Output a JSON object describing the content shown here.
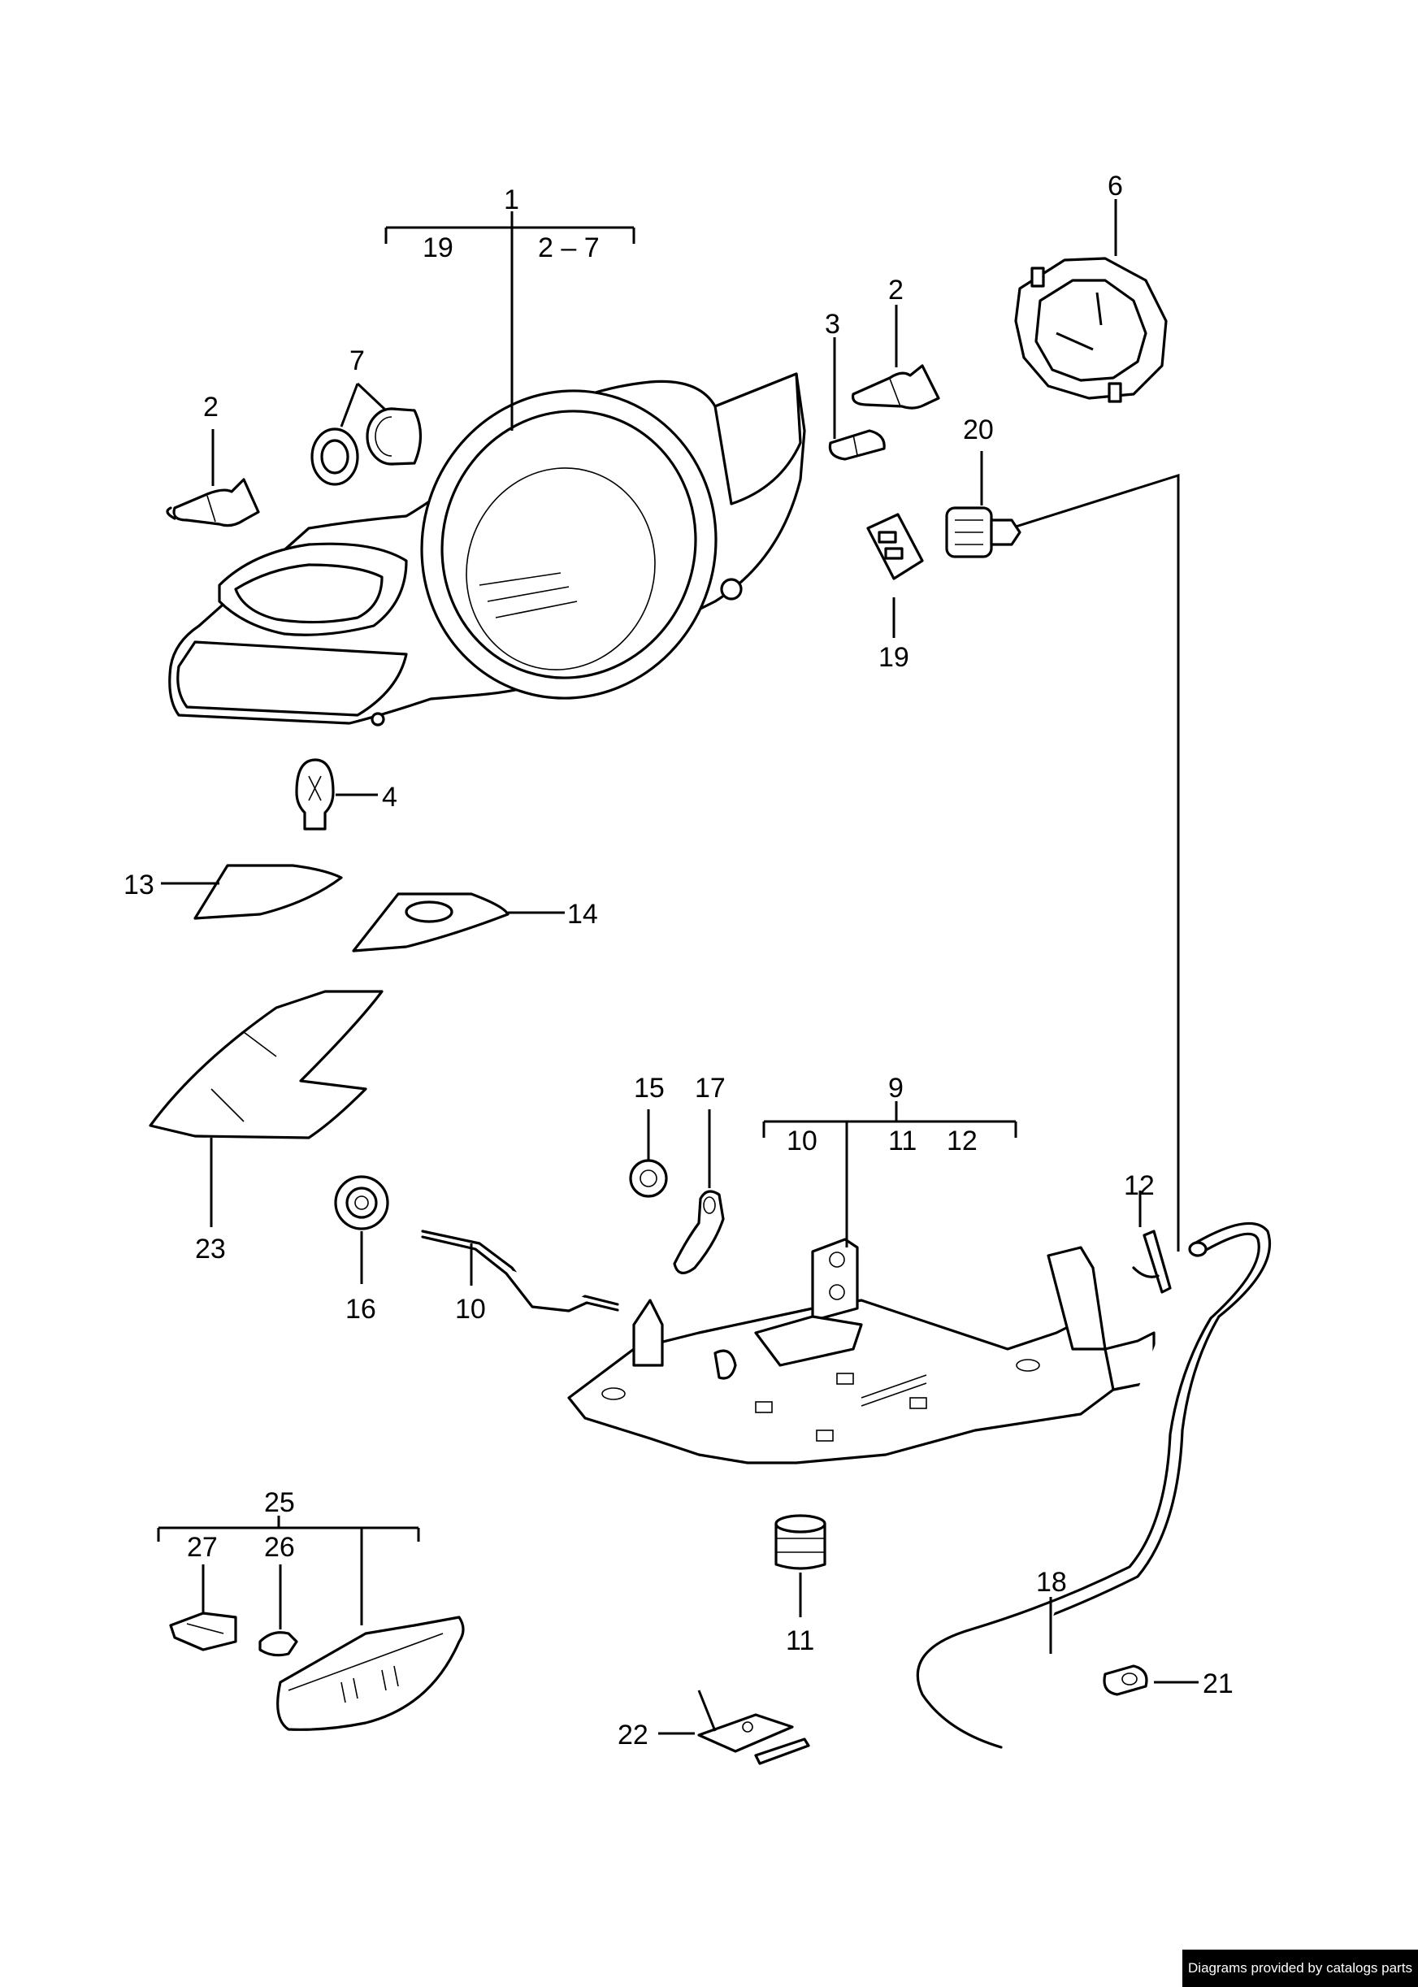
{
  "callouts": {
    "c1": "1",
    "c1_left": "19",
    "c1_right": "2 – 7",
    "c2a": "2",
    "c2b": "2",
    "c3": "3",
    "c4": "4",
    "c6": "6",
    "c7": "7",
    "c9": "9",
    "c9_a": "10",
    "c9_b": "11",
    "c9_c": "12",
    "c10": "10",
    "c11": "11",
    "c12": "12",
    "c13": "13",
    "c14": "14",
    "c15": "15",
    "c16": "16",
    "c17": "17",
    "c18": "18",
    "c19": "19",
    "c20": "20",
    "c21": "21",
    "c22": "22",
    "c23": "23",
    "c25": "25",
    "c26": "26",
    "c27": "27"
  },
  "footer": {
    "credit": "Diagrams provided by catalogs parts"
  }
}
